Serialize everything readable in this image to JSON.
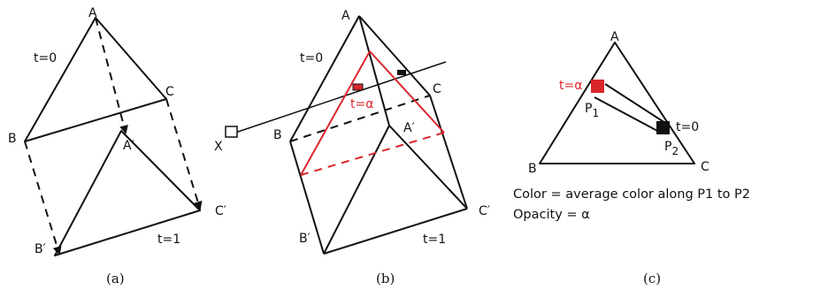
{
  "panel_a": {
    "vertex_a": "A",
    "vertex_b": "B",
    "vertex_c": "C",
    "vertex_a_prime": "A′",
    "vertex_b_prime": "B′",
    "vertex_c_prime": "C′",
    "time_start": "t=0",
    "time_end": "t=1",
    "caption": "(a)"
  },
  "panel_b": {
    "vertex_a": "A",
    "vertex_b": "B",
    "vertex_c": "C",
    "vertex_a_prime": "A′",
    "vertex_b_prime": "B′",
    "vertex_c_prime": "C′",
    "time_start": "t=0",
    "time_end": "t=1",
    "time_alpha": "t=α",
    "ray_origin": "X",
    "caption": "(b)"
  },
  "panel_c": {
    "vertex_a": "A",
    "vertex_b": "B",
    "vertex_c": "C",
    "time_alpha": "t=α",
    "time_start": "t=0",
    "point1_main": "P",
    "point1_sub": "1",
    "point2_main": "P",
    "point2_sub": "2",
    "note_color": "Color = average color along P1 to P2",
    "note_opacity": "Opacity = α",
    "caption": "(c)"
  },
  "colors": {
    "accent": "#d9262b",
    "ink": "#111111"
  }
}
